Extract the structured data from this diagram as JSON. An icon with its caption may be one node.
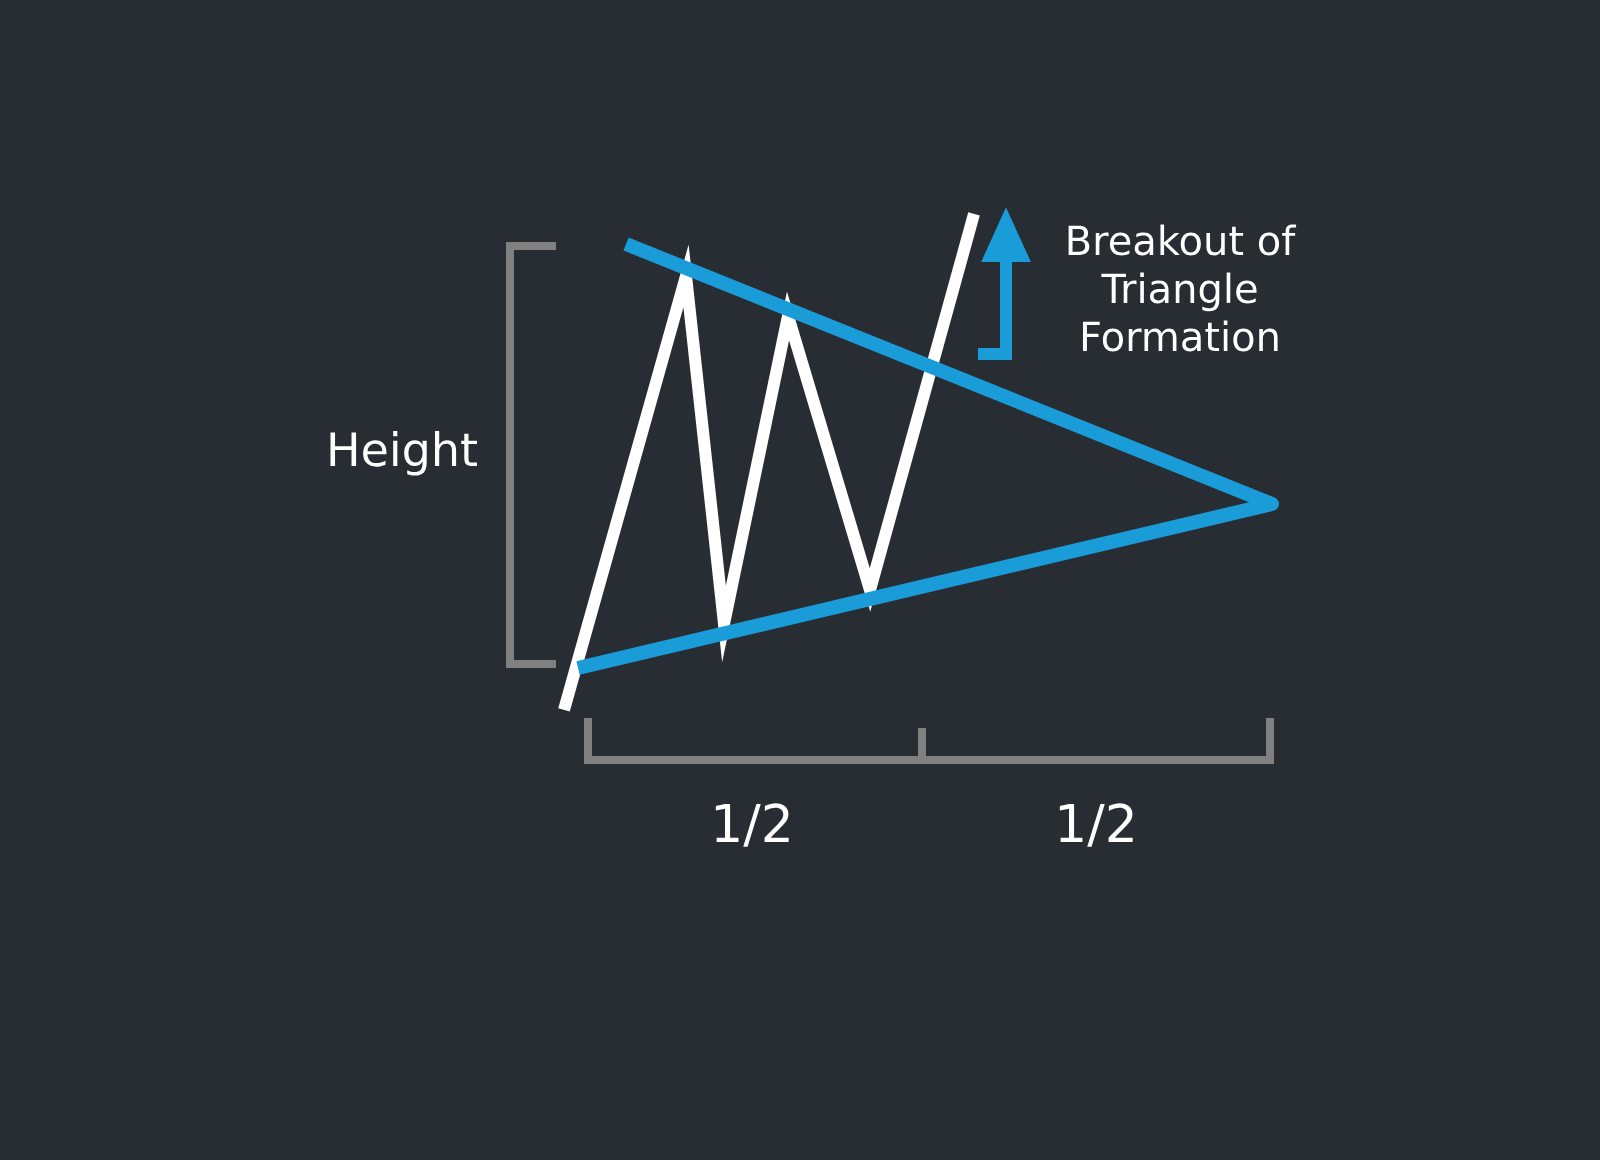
{
  "diagram": {
    "labels": [
      "Breakout of Triangle Formation",
      "Height",
      "1/2",
      "1/2"
    ]
  }
}
